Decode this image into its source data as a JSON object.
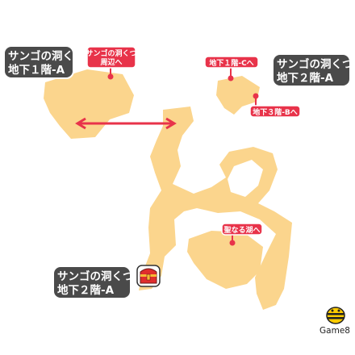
{
  "colors": {
    "cave_floor": "#fbd58d",
    "cave_outline": "#ffffff",
    "zone_label_bg": "#4a4a4a",
    "exit_marker": "#e8334a",
    "route_arrow": "#e8334a",
    "chest_red": "#e02d2d",
    "chest_gold": "#f6b935",
    "brand_yellow": "#ffcc00"
  },
  "zone_labels": {
    "current_b2a": {
      "line1": "サンゴの洞くつ",
      "line2": "地下２階-A"
    },
    "to_b1a": {
      "line1": "サンゴの洞くつ",
      "line2": "地下１階-A"
    },
    "to_b2a": {
      "line1": "サンゴの洞くつ",
      "line2": "地下２階-A"
    }
  },
  "exit_labels": {
    "cave_outskirts": {
      "line1": "サンゴの洞くつ",
      "line2": "周辺へ"
    },
    "to_b1c": "地下１階-Cへ",
    "to_b3b": "地下３階-Bへ",
    "to_sacred_lake": "聖なる湖へ"
  },
  "markers": {
    "treasure_chest": "treasure-chest-icon",
    "route_arrow": "double-arrow-icon"
  },
  "brand": {
    "name": "Game8",
    "icon": "game8-bee-icon"
  }
}
